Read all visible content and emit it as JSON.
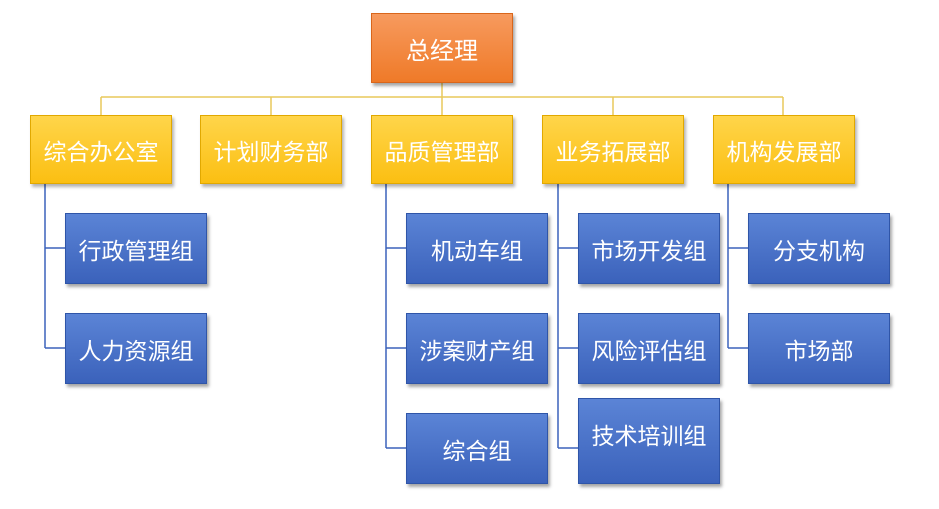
{
  "chart": {
    "root": "总经理",
    "departments": [
      {
        "name": "综合办公室",
        "teams": [
          "行政管理组",
          "人力资源组"
        ]
      },
      {
        "name": "计划财务部",
        "teams": []
      },
      {
        "name": "品质管理部",
        "teams": [
          "机动车组",
          "涉案财产组",
          "综合组"
        ]
      },
      {
        "name": "业务拓展部",
        "teams": [
          "市场开发组",
          "风险评估组",
          "技术培训组"
        ]
      },
      {
        "name": "机构发展部",
        "teams": [
          "分支机构",
          "市场部"
        ]
      }
    ]
  },
  "colors": {
    "root": "#ef7a28",
    "department": "#fbbf12",
    "team": "#3b62bb",
    "connector": "#e8c85a"
  }
}
